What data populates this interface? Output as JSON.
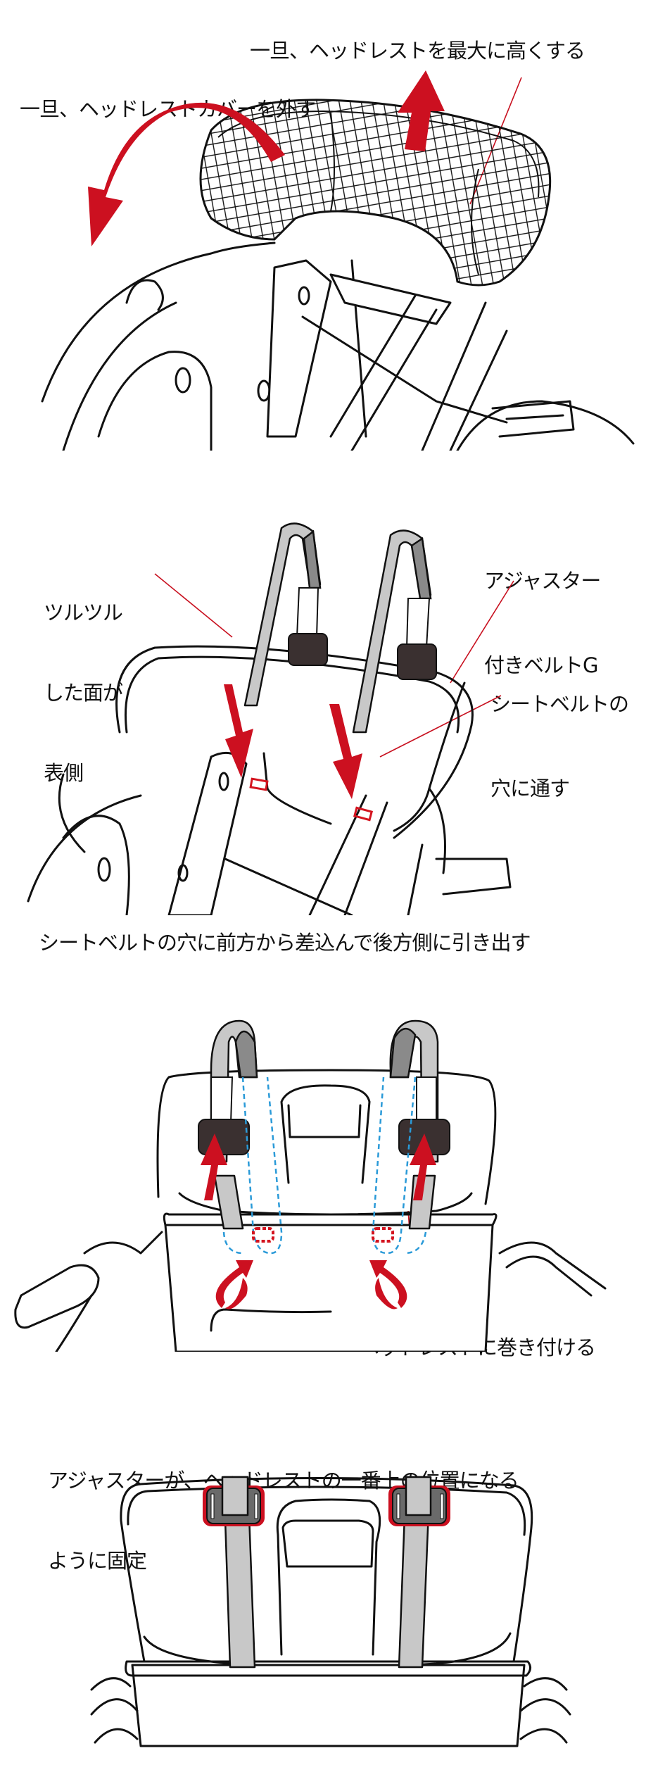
{
  "colors": {
    "accent_red": "#cc1020",
    "line": "#111111",
    "belt_gray": "#c8c8c8",
    "hidden_path_blue": "#2a9ad8",
    "adjuster_dark": "#3a3030"
  },
  "step1": {
    "label_raise": "一旦、ヘッドレストを最大に高くする",
    "label_remove_cover": "一旦、ヘッドレストカバーを外す",
    "icons": [
      "curved-arrow-icon",
      "up-arrow-icon"
    ]
  },
  "step2": {
    "label_smooth_side_lines": [
      "ツルツル",
      "した面が",
      "表側"
    ],
    "label_belt_lines": [
      "アジャスター",
      "付きベルトG"
    ],
    "label_pass_lines": [
      "シートベルトの",
      "穴に通す"
    ],
    "icons": [
      "down-arrow-icon",
      "adjuster-buckle-icon"
    ]
  },
  "step3": {
    "instruction": "シートベルトの穴に前方から差込んで後方側に引き出す",
    "label_wrap": "ヘッドレストに巻き付ける",
    "icons": [
      "up-arrow-icon",
      "wrap-arrow-icon"
    ]
  },
  "step4": {
    "instruction_lines": [
      "アジャスターが、ヘッドレストの一番上の位置になる",
      "ように固定"
    ],
    "icons": [
      "adjuster-buckle-icon"
    ]
  }
}
